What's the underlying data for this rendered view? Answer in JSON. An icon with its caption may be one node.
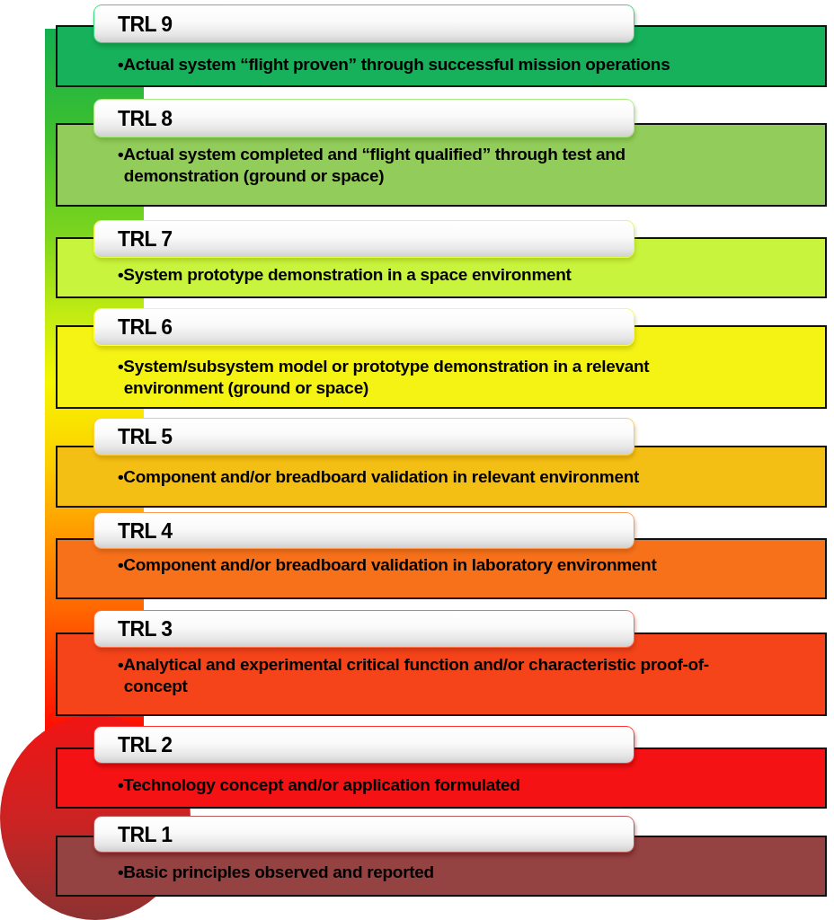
{
  "diagram": {
    "nodes": [
      {
        "text": [
          "TRL 9",
          "•Actual system “flight proven” through successful mission operations"
        ]
      },
      {
        "text": [
          "TRL 8",
          "•Actual system completed and “flight qualified” through test and demonstration (ground or space)"
        ]
      },
      {
        "text": [
          "TRL 7",
          "•System prototype demonstration in a space environment"
        ]
      },
      {
        "text": [
          "TRL 6",
          "•System/subsystem model or prototype demonstration in a relevant environment (ground or space)"
        ]
      },
      {
        "text": [
          "TRL 5",
          "•Component and/or breadboard validation in relevant environment"
        ]
      },
      {
        "text": [
          "TRL 4",
          "•Component and/or breadboard validation in laboratory environment"
        ]
      },
      {
        "text": [
          "TRL 3",
          "•Analytical and experimental critical function and/or characteristic proof-of-concept"
        ]
      },
      {
        "text": [
          "TRL 2",
          "•Technology concept and/or application formulated"
        ]
      },
      {
        "text": [
          "TRL 1",
          "•Basic principles observed and reported"
        ]
      }
    ]
  }
}
